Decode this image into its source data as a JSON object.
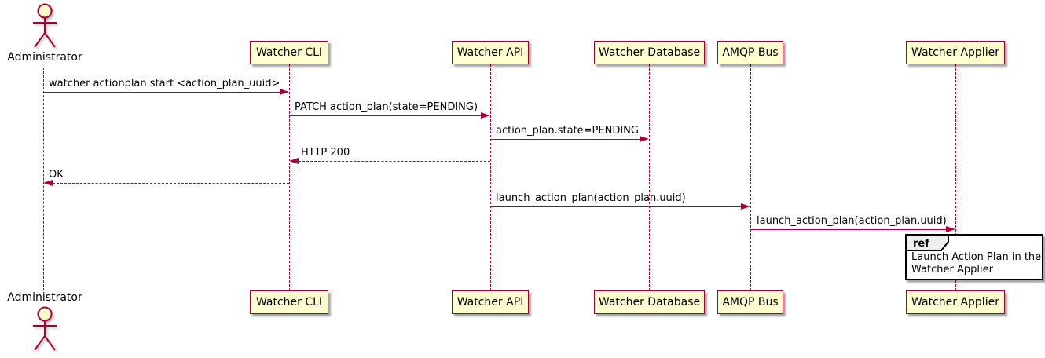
{
  "diagram": {
    "type": "sequence",
    "actor": {
      "name": "Administrator"
    },
    "participants": [
      {
        "name": "Watcher CLI"
      },
      {
        "name": "Watcher API"
      },
      {
        "name": "Watcher Database"
      },
      {
        "name": "AMQP Bus"
      },
      {
        "name": "Watcher Applier"
      }
    ],
    "messages": [
      {
        "text": "watcher actionplan start <action_plan_uuid>",
        "from": "Administrator",
        "to": "Watcher CLI",
        "line": "solid"
      },
      {
        "text": "PATCH action_plan(state=PENDING)",
        "from": "Watcher CLI",
        "to": "Watcher API",
        "line": "solid"
      },
      {
        "text": "action_plan.state=PENDING",
        "from": "Watcher API",
        "to": "Watcher Database",
        "line": "solid"
      },
      {
        "text": "HTTP 200",
        "from": "Watcher API",
        "to": "Watcher CLI",
        "line": "dashed"
      },
      {
        "text": "OK",
        "from": "Watcher CLI",
        "to": "Administrator",
        "line": "dashed"
      },
      {
        "text": "launch_action_plan(action_plan.uuid)",
        "from": "Watcher API",
        "to": "AMQP Bus",
        "line": "solid"
      },
      {
        "text": "launch_action_plan(action_plan.uuid)",
        "from": "AMQP Bus",
        "to": "Watcher Applier",
        "line": "solid"
      }
    ],
    "ref": {
      "keyword": "ref",
      "line1": "Launch Action Plan in the",
      "line2": "Watcher Applier"
    },
    "colors": {
      "line": "#A80036",
      "participant_fill": "#FEFECE",
      "ref_tab_fill": "#EEEEEE",
      "text": "#000000"
    }
  }
}
